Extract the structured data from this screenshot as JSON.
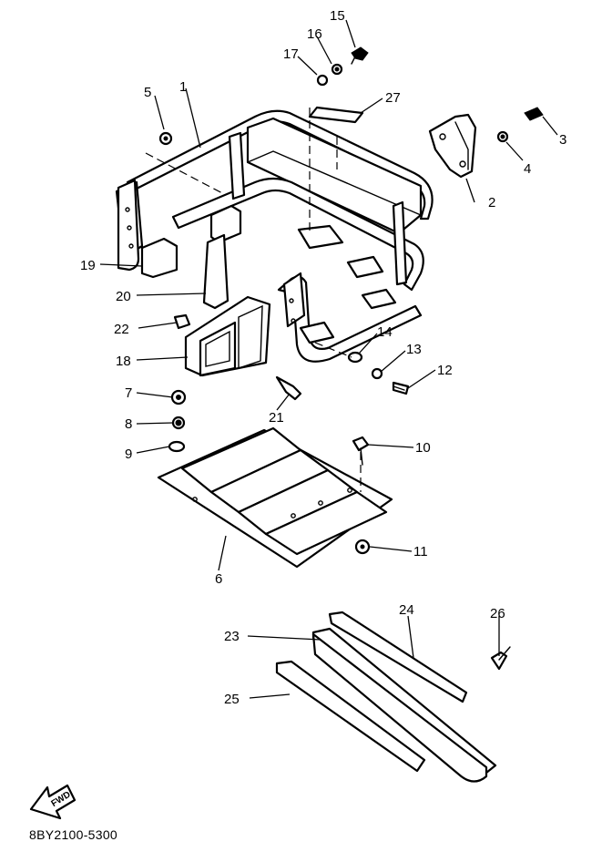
{
  "callouts": {
    "c1": "1",
    "c2": "2",
    "c3": "3",
    "c4": "4",
    "c5": "5",
    "c6": "6",
    "c7": "7",
    "c8": "8",
    "c9": "9",
    "c10": "10",
    "c11": "11",
    "c12": "12",
    "c13": "13",
    "c14": "14",
    "c15": "15",
    "c16": "16",
    "c17": "17",
    "c18": "18",
    "c19": "19",
    "c20": "20",
    "c21": "21",
    "c22": "22",
    "c23": "23",
    "c24": "24",
    "c25": "25",
    "c26": "26",
    "c27": "27"
  },
  "arrow_label": "FWD",
  "drawing_code": "8BY2100-5300"
}
